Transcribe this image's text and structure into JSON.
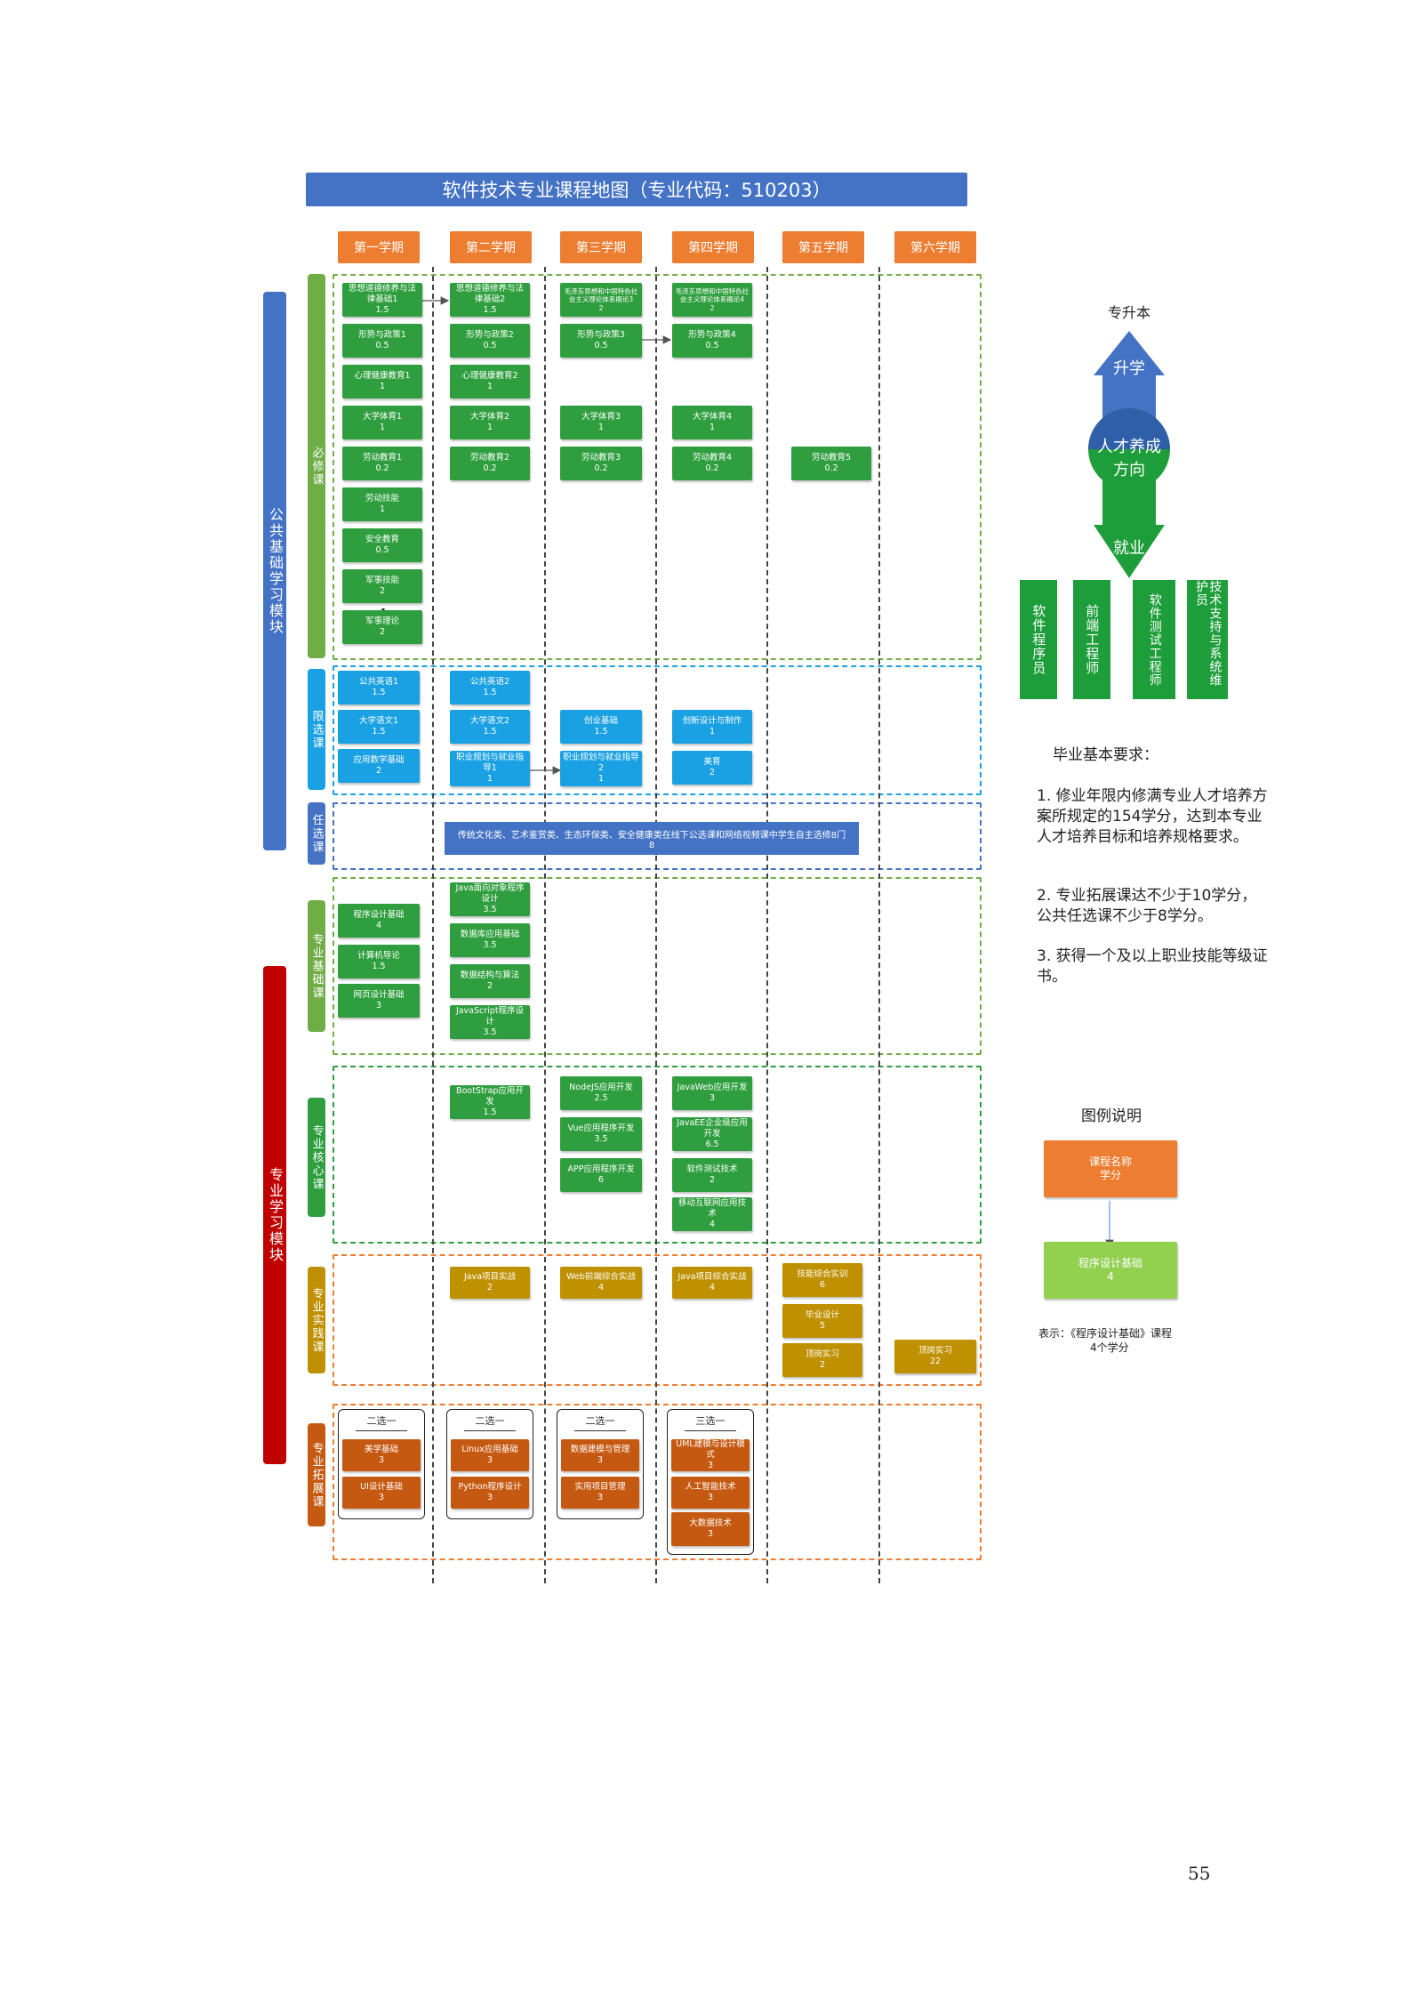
{
  "title": "软件技术专业课程地图（专业代码：510203）",
  "semesters": [
    "第一学期",
    "第二学期",
    "第三学期",
    "第四学期",
    "第五学期",
    "第六学期"
  ],
  "modules": {
    "public": "公共基础学习模块",
    "professional": "专业学习模块"
  },
  "groups": {
    "required": "必修课",
    "limited": "限选课",
    "optional": "任选课",
    "pro_basic": "专业基础课",
    "pro_core": "专业核心课",
    "pro_practice": "专业实践课",
    "pro_ext": "专业拓展课"
  },
  "courses": {
    "r1a": {
      "name": "思想道德修养与法律基础1",
      "credit": "1.5"
    },
    "r1b": {
      "name": "形势与政策1",
      "credit": "0.5"
    },
    "r1c": {
      "name": "心理健康教育1",
      "credit": "1"
    },
    "r1d": {
      "name": "大学体育1",
      "credit": "1"
    },
    "r1e": {
      "name": "劳动教育1",
      "credit": "0.2"
    },
    "r1f": {
      "name": "劳动技能",
      "credit": "1"
    },
    "r1g": {
      "name": "安全教育",
      "credit": "0.5"
    },
    "r1h": {
      "name": "军事技能",
      "credit": "2"
    },
    "r1i": {
      "name": "军事理论",
      "credit": "2"
    },
    "r2a": {
      "name": "思想道德修养与法律基础2",
      "credit": "1.5"
    },
    "r2b": {
      "name": "形势与政策2",
      "credit": "0.5"
    },
    "r2c": {
      "name": "心理健康教育2",
      "credit": "1"
    },
    "r2d": {
      "name": "大学体育2",
      "credit": "1"
    },
    "r2e": {
      "name": "劳动教育2",
      "credit": "0.2"
    },
    "r3a": {
      "name": "毛泽东思想和中国特色社会主义理论体系概论3",
      "credit": "2"
    },
    "r3b": {
      "name": "形势与政策3",
      "credit": "0.5"
    },
    "r3d": {
      "name": "大学体育3",
      "credit": "1"
    },
    "r3e": {
      "name": "劳动教育3",
      "credit": "0.2"
    },
    "r4a": {
      "name": "毛泽东思想和中国特色社会主义理论体系概论4",
      "credit": "2"
    },
    "r4b": {
      "name": "形势与政策4",
      "credit": "0.5"
    },
    "r4d": {
      "name": "大学体育4",
      "credit": "1"
    },
    "r4e": {
      "name": "劳动教育4",
      "credit": "0.2"
    },
    "r5e": {
      "name": "劳动教育5",
      "credit": "0.2"
    },
    "l1a": {
      "name": "公共英语1",
      "credit": "1.5"
    },
    "l1b": {
      "name": "大学语文1",
      "credit": "1.5"
    },
    "l1c": {
      "name": "应用数学基础",
      "credit": "2"
    },
    "l2a": {
      "name": "公共英语2",
      "credit": "1.5"
    },
    "l2b": {
      "name": "大学语文2",
      "credit": "1.5"
    },
    "l2c": {
      "name": "职业规划与就业指导1",
      "credit": "1"
    },
    "l3b": {
      "name": "创业基础",
      "credit": "1.5"
    },
    "l3c": {
      "name": "职业规划与就业指导2",
      "credit": "1"
    },
    "l4b": {
      "name": "创新设计与制作",
      "credit": "1"
    },
    "l4c": {
      "name": "美育",
      "credit": "2"
    },
    "b1a": {
      "name": "程序设计基础",
      "credit": "4"
    },
    "b1b": {
      "name": "计算机导论",
      "credit": "1.5"
    },
    "b1c": {
      "name": "网页设计基础",
      "credit": "3"
    },
    "b2a": {
      "name": "Java面向对象程序设计",
      "credit": "3.5"
    },
    "b2b": {
      "name": "数据库应用基础",
      "credit": "3.5"
    },
    "b2c": {
      "name": "数据结构与算法",
      "credit": "2"
    },
    "b2d": {
      "name": "JavaScript程序设计",
      "credit": "3.5"
    },
    "c2a": {
      "name": "BootStrap应用开发",
      "credit": "1.5"
    },
    "c3a": {
      "name": "NodeJS应用开发",
      "credit": "2.5"
    },
    "c3b": {
      "name": "Vue应用程序开发",
      "credit": "3.5"
    },
    "c3c": {
      "name": "APP应用程序开发",
      "credit": "6"
    },
    "c4a": {
      "name": "JavaWeb应用开发",
      "credit": "3"
    },
    "c4b": {
      "name": "JavaEE企业级应用开发",
      "credit": "6.5"
    },
    "c4c": {
      "name": "软件测试技术",
      "credit": "2"
    },
    "c4d": {
      "name": "移动互联网应用技术",
      "credit": "4"
    },
    "p2a": {
      "name": "Java项目实战",
      "credit": "2"
    },
    "p3a": {
      "name": "Web前端综合实战",
      "credit": "4"
    },
    "p4a": {
      "name": "Java项目综合实战",
      "credit": "4"
    },
    "p5a": {
      "name": "技能综合实训",
      "credit": "6"
    },
    "p5b": {
      "name": "毕业设计",
      "credit": "5"
    },
    "p5c": {
      "name": "顶岗实习",
      "credit": "2"
    },
    "p6a": {
      "name": "顶岗实习",
      "credit": "22"
    },
    "e1a": {
      "name": "美学基础",
      "credit": "3"
    },
    "e1b": {
      "name": "UI设计基础",
      "credit": "3"
    },
    "e2a": {
      "name": "Linux应用基础",
      "credit": "3"
    },
    "e2b": {
      "name": "Python程序设计",
      "credit": "3"
    },
    "e3a": {
      "name": "数据建模与管理",
      "credit": "3"
    },
    "e3b": {
      "name": "实用项目管理",
      "credit": "3"
    },
    "e4a": {
      "name": "UML建模与设计模式",
      "credit": "3"
    },
    "e4b": {
      "name": "人工智能技术",
      "credit": "3"
    },
    "e4c": {
      "name": "大数据技术",
      "credit": "3"
    }
  },
  "electives": [
    "二选一",
    "二选一",
    "二选一",
    "三选一"
  ],
  "renxuan": {
    "text": "传统文化类、艺术鉴赏类、生态环保类、安全健康类在线下公选课和网络视频课中学生自主选修8门",
    "credit": "8"
  },
  "side": {
    "upgrade_label": "专升本",
    "up_label": "升学",
    "center_label_1": "人才养成",
    "center_label_2": "方向",
    "down_label": "就业",
    "careers": [
      "软件程序员",
      "前端工程师",
      "软件测试工程师",
      "技术支持与系统维护员"
    ]
  },
  "requirements": {
    "title": "毕业基本要求：",
    "items": [
      "1. 修业年限内修满专业人才培养方案所规定的154学分，达到本专业人才培养目标和培养规格要求。",
      "2. 专业拓展课达不少于10学分，公共任选课不少于8学分。",
      "3. 获得一个及以上职业技能等级证书。"
    ]
  },
  "legend": {
    "title": "图例说明",
    "box_name": "课程名称",
    "box_credit": "学分",
    "example_name": "程序设计基础",
    "example_credit": "4",
    "note_1": "表示：《程序设计基础》课程",
    "note_2": "4个学分"
  },
  "page_number": "55",
  "colors": {
    "blue": "#4472C4",
    "orange": "#ED7D31",
    "green": "#2E9E3E",
    "lime": "#70AD47",
    "cyan": "#1AA1E3",
    "mustard": "#BF9000",
    "rust": "#C65911",
    "red": "#C00000"
  }
}
